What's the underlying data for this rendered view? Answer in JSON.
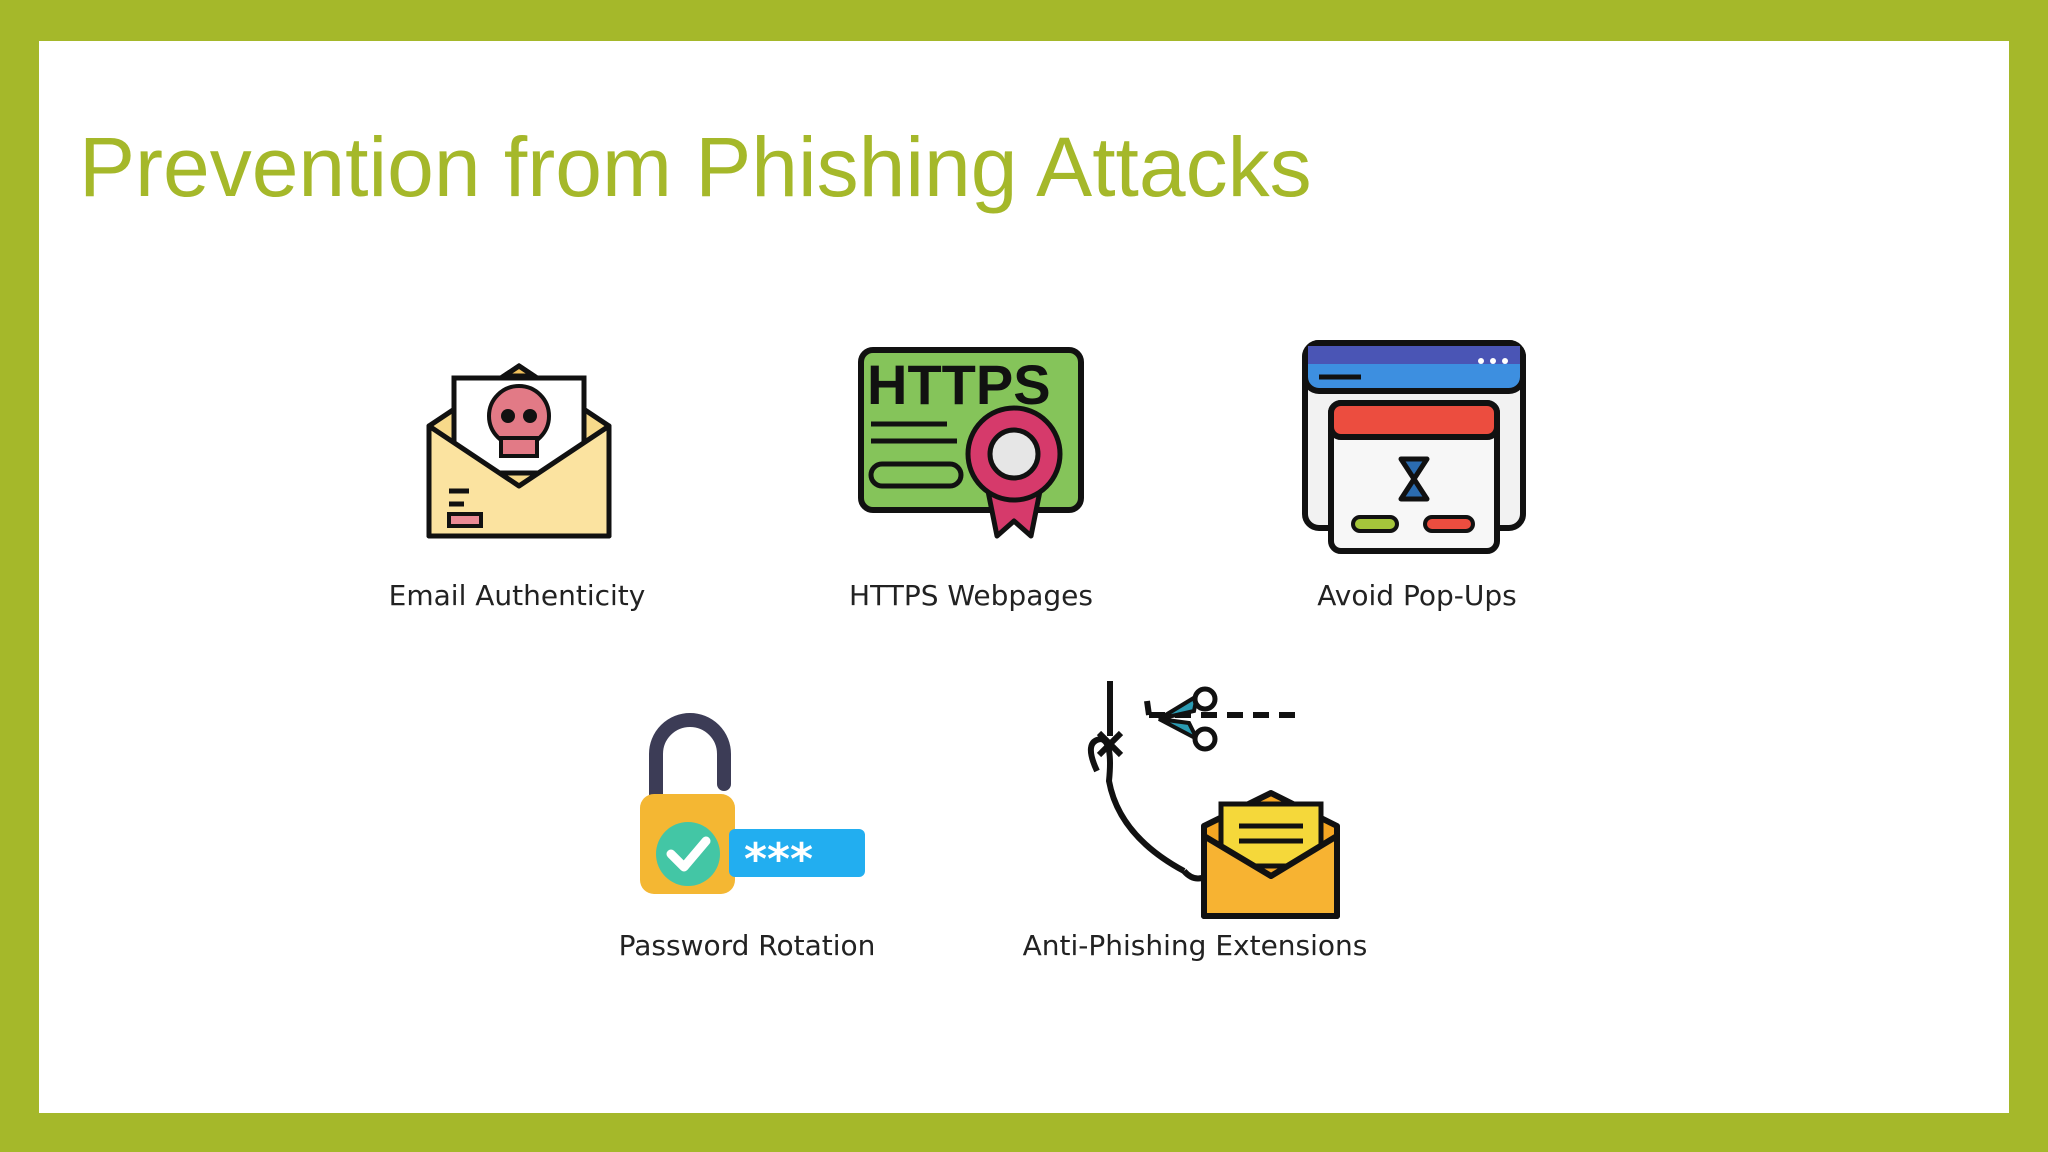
{
  "slide": {
    "title": "Prevention from Phishing Attacks",
    "accent_color": "#a5b82a",
    "items": [
      {
        "label": "Email Authenticity",
        "icon": "skull-envelope-icon"
      },
      {
        "label": "HTTPS Webpages",
        "icon": "https-certificate-icon",
        "icon_text": "HTTPS"
      },
      {
        "label": "Avoid Pop-Ups",
        "icon": "popup-window-icon"
      },
      {
        "label": "Password Rotation",
        "icon": "unlocked-padlock-password-icon",
        "icon_text": "***"
      },
      {
        "label": "Anti-Phishing Extensions",
        "icon": "hook-cut-envelope-icon"
      }
    ]
  }
}
